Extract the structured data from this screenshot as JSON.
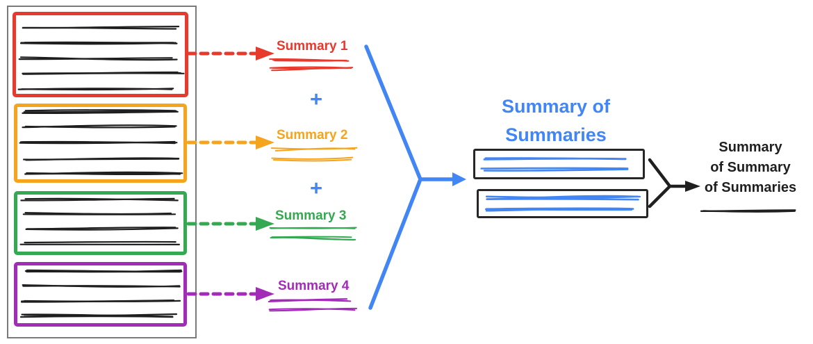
{
  "colors": {
    "red": "#E8392D",
    "orange": "#F5A41D",
    "green": "#35A852",
    "purple": "#A22BB8",
    "blue": "#4285F4",
    "ink": "#1F1F1F",
    "frame_gray": "#7A7A7A",
    "result_box_border": "#262626"
  },
  "source_panel": {
    "documents": [
      {
        "name": "document-1",
        "color_key": "red",
        "text_lines": 5
      },
      {
        "name": "document-2",
        "color_key": "orange",
        "text_lines": 5
      },
      {
        "name": "document-3",
        "color_key": "green",
        "text_lines": 4
      },
      {
        "name": "document-4",
        "color_key": "purple",
        "text_lines": 4
      }
    ]
  },
  "chunk_summaries": [
    {
      "label": "Summary 1",
      "color_key": "red"
    },
    {
      "label": "Summary 2",
      "color_key": "orange"
    },
    {
      "label": "Summary 3",
      "color_key": "green"
    },
    {
      "label": "Summary 4",
      "color_key": "purple"
    }
  ],
  "plus_sign": "+",
  "merge_stage": {
    "title_lines": [
      "Summary of",
      "Summaries"
    ],
    "result_boxes": 2
  },
  "final_stage": {
    "label_lines": [
      "Summary",
      "of Summary",
      "of Summaries"
    ]
  }
}
